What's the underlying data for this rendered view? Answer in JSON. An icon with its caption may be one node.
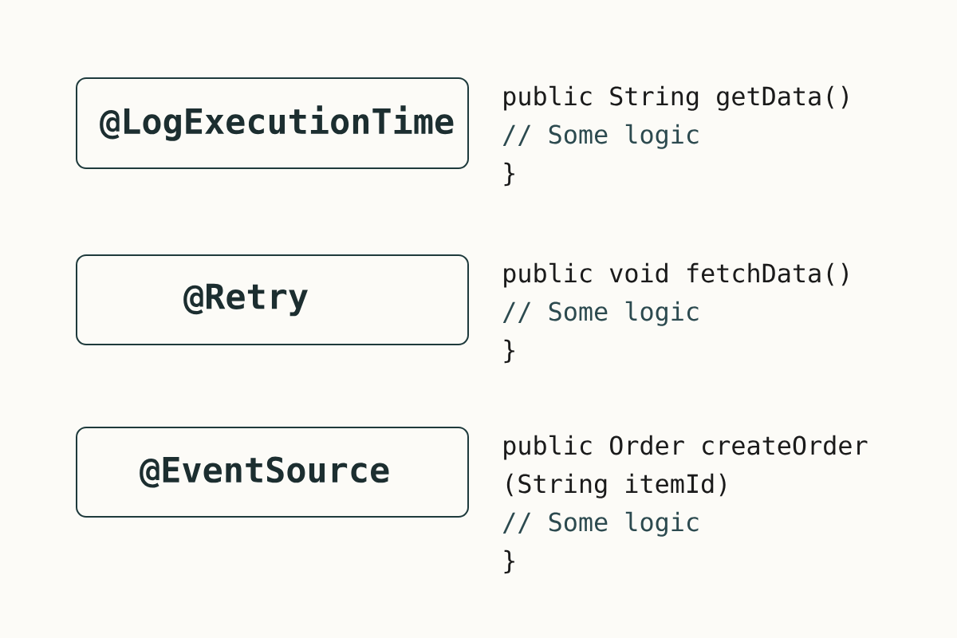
{
  "diagram": {
    "nodes": [
      {
        "text": [
          "@LogExecutionTime"
        ],
        "beside": [
          "public String getData()",
          "// Some logic",
          "}"
        ]
      },
      {
        "text": [
          "@Retry"
        ],
        "beside": [
          "public void fetchData()",
          "// Some logic",
          "}"
        ]
      },
      {
        "text": [
          "@EventSource"
        ],
        "beside": [
          "public Order createOrder",
          "(String itemId)",
          "// Some logic",
          "}"
        ]
      }
    ]
  }
}
